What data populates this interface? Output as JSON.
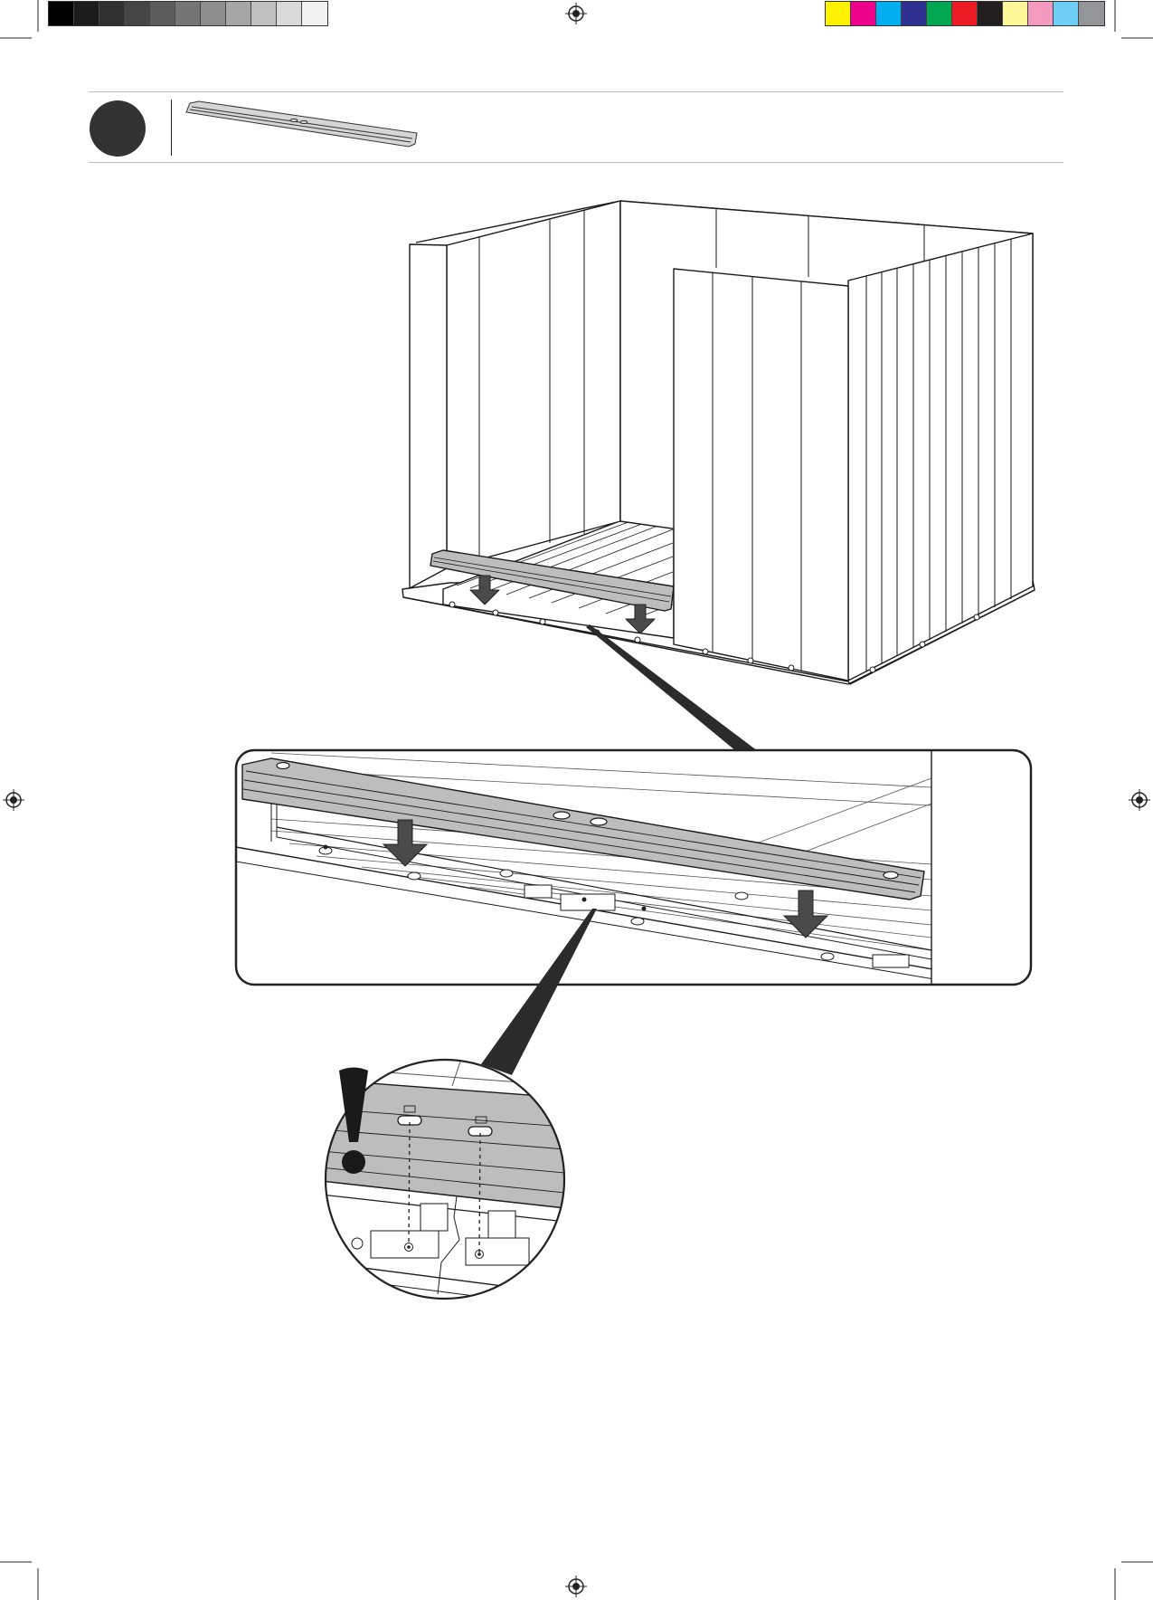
{
  "registration_marks": [
    "registration-mark-top",
    "registration-mark-left",
    "registration-mark-right",
    "registration-mark-bottom"
  ],
  "calibration_bar": {
    "grays": [
      "#000000",
      "#1c1c1c",
      "#303030",
      "#464646",
      "#5c5c5c",
      "#757575",
      "#8d8d8d",
      "#a6a6a6",
      "#c0c0c0",
      "#d9d9d9",
      "#f1f1f1"
    ],
    "process_colors": [
      "#fff200",
      "#ec008c",
      "#00aeef",
      "#2e3192",
      "#00a651",
      "#ed1c24",
      "#231f20",
      "#fff799",
      "#f49ac1",
      "#6dcff6",
      "#939598"
    ]
  },
  "step_header": {
    "badge_color": "#333333",
    "part_icon": "floor-rail-part-icon"
  },
  "illustration": {
    "overview": "shed-floor-rail-overview",
    "detail_zoom": "rail-detail-zoom",
    "hole_zoom": "hole-alignment-zoom",
    "warning_icon": "exclamation-icon",
    "line_color": "#1a1a1a",
    "rail_fill": "#bdbdbd",
    "arrow_fill": "#4a4a4a"
  }
}
